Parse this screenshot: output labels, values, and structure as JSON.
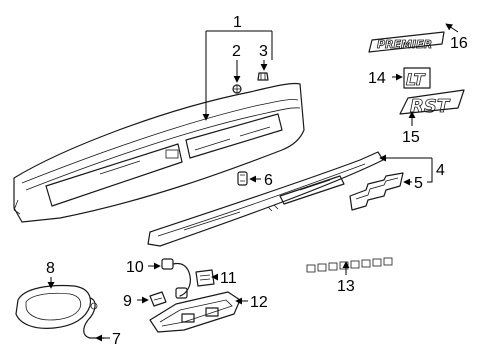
{
  "callouts": {
    "c1": "1",
    "c2": "2",
    "c3": "3",
    "c4": "4",
    "c5": "5",
    "c6": "6",
    "c7": "7",
    "c8": "8",
    "c9": "9",
    "c10": "10",
    "c11": "11",
    "c12": "12",
    "c13": "13",
    "c14": "14",
    "c15": "15",
    "c16": "16"
  },
  "emblems": {
    "premier": "PREMIER",
    "lt": "LT",
    "rst": "RST"
  }
}
